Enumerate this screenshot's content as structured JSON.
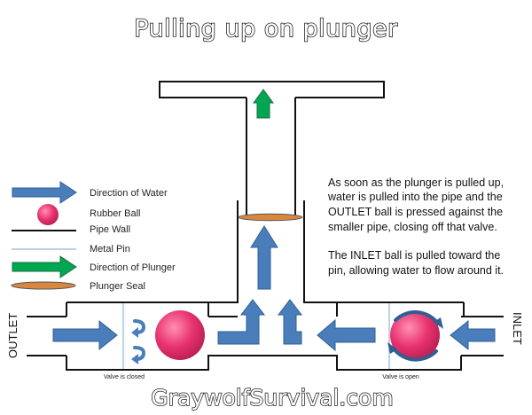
{
  "title": "Pulling up on plunger",
  "footer": "GraywolfSurvival.com",
  "legend": {
    "water": "Direction of Water",
    "ball": "Rubber Ball",
    "pipe_wall": "Pipe Wall",
    "pin": "Metal Pin",
    "plunger_direction": "Direction of Plunger",
    "seal": "Plunger Seal"
  },
  "labels": {
    "outlet": "OUTLET",
    "inlet": "INLET",
    "valve_closed": "Valve is closed",
    "valve_open": "Valve is open"
  },
  "description": {
    "para1": [
      "As soon as the plunger is pulled up,",
      "water is pulled into the pipe and the",
      "OUTLET ball is pressed against the",
      "smaller pipe, closing off that valve."
    ],
    "para2": [
      "The INLET ball is pulled toward the",
      "pin, allowing water to flow around it."
    ]
  },
  "colors": {
    "water_arrow": "#4a7ebb",
    "plunger_arrow": "#00a651",
    "ball": "#e8336f",
    "seal": "#d9873f",
    "pin": "#8fb3d9"
  }
}
